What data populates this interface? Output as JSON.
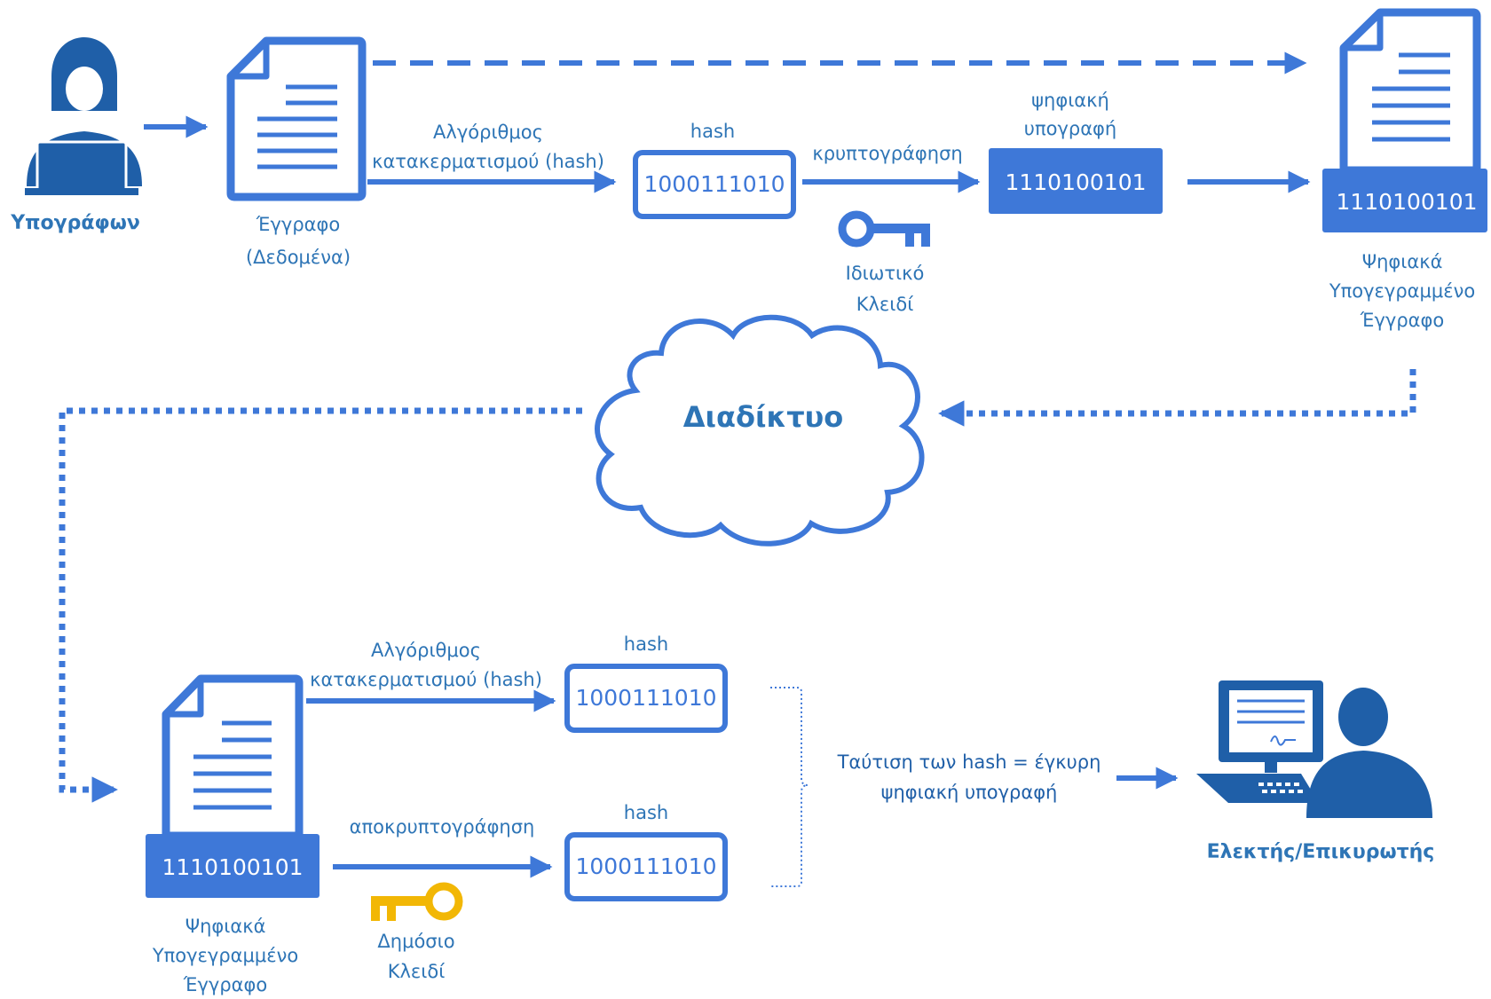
{
  "signer": {
    "label": "Υπογράφων"
  },
  "document": {
    "line1": "Έγγραφο",
    "line2": "(Δεδομένα)"
  },
  "hash_algorithm_top": {
    "line1": "Αλγόριθμος",
    "line2": "κατακερματισμού (hash)"
  },
  "hash_top": {
    "label": "hash",
    "value": "1000111010"
  },
  "encryption": {
    "label": "κρυπτογράφηση"
  },
  "digital_signature": {
    "line1": "ψηφιακή",
    "line2": "υπογραφή",
    "value": "1110100101"
  },
  "private_key": {
    "line1": "Ιδιωτικό",
    "line2": "Κλειδί"
  },
  "signed_document_top": {
    "value": "1110100101",
    "line1": "Ψηφιακά",
    "line2": "Υπογεγραμμένο",
    "line3": "Έγγραφο"
  },
  "internet": {
    "label": "Διαδίκτυο"
  },
  "signed_document_bottom": {
    "value": "1110100101",
    "line1": "Ψηφιακά",
    "line2": "Υπογεγραμμένο",
    "line3": "Έγγραφο"
  },
  "hash_algorithm_bottom": {
    "line1": "Αλγόριθμος",
    "line2": "κατακερματισμού (hash)"
  },
  "hash_bottom_1": {
    "label": "hash",
    "value": "1000111010"
  },
  "decryption": {
    "label": "αποκρυπτογράφηση"
  },
  "hash_bottom_2": {
    "label": "hash",
    "value": "1000111010"
  },
  "public_key": {
    "line1": "Δημόσιο",
    "line2": "Κλειδί"
  },
  "match": {
    "line1": "Ταύτιση των hash = έγκυρη",
    "line2": "ψηφιακή υπογραφή"
  },
  "verifier": {
    "label": "Ελεκτής/Επικυρωτής"
  },
  "colors": {
    "primary": "#3E78D8",
    "text": "#2E75B6",
    "dark": "#1F5FA8",
    "public_key": "#F2B705"
  },
  "icons": [
    "signer-person-icon",
    "document-icon",
    "private-key-icon",
    "cloud-icon",
    "public-key-icon",
    "verifier-computer-icon"
  ]
}
